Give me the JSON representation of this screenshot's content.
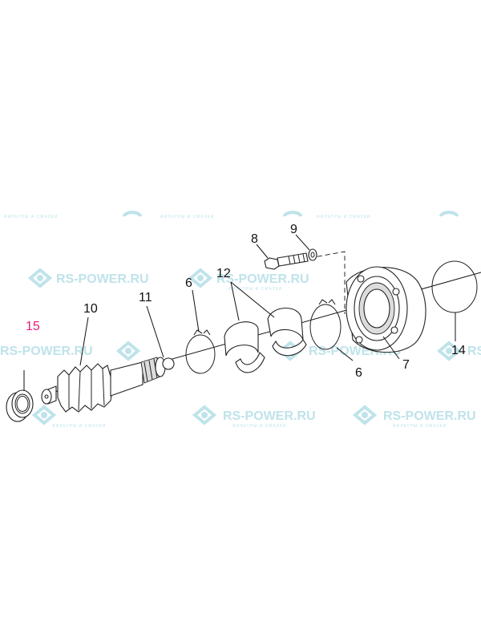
{
  "watermark": {
    "brand": "RS-POWER.RU",
    "tagline": "ФИЛЬТРЫ И СМАЗКИ"
  },
  "callouts": [
    {
      "id": "15",
      "label": "15",
      "accent": true
    },
    {
      "id": "10",
      "label": "10"
    },
    {
      "id": "11",
      "label": "11"
    },
    {
      "id": "6a",
      "label": "6"
    },
    {
      "id": "12",
      "label": "12"
    },
    {
      "id": "8",
      "label": "8"
    },
    {
      "id": "9",
      "label": "9"
    },
    {
      "id": "6b",
      "label": "6"
    },
    {
      "id": "7",
      "label": "7"
    },
    {
      "id": "14",
      "label": "14"
    }
  ],
  "colors": {
    "accent": "#e0217a",
    "watermark": "#bfe3ea",
    "ink": "#222222"
  }
}
